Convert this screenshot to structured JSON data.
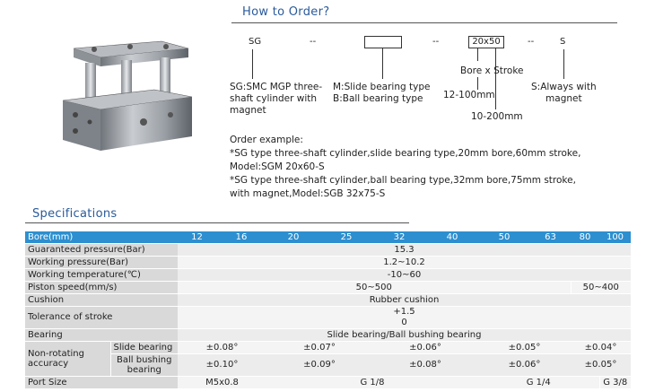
{
  "order": {
    "title": "How to Order?",
    "codes": [
      "SG",
      "--",
      "--",
      "20x50",
      "--",
      "S"
    ],
    "bore_stroke_label": "Bore x Stroke",
    "bore_range": "12-100mm",
    "stroke_range": "10-200mm",
    "desc_sg": [
      "SG:SMC MGP three-",
      "shaft cylinder with",
      "magnet"
    ],
    "desc_m": [
      "M:Slide bearing type",
      "B:Ball bearing type"
    ],
    "desc_s": [
      "S:Always with",
      "magnet"
    ],
    "example_lines": [
      "Order example:",
      "*SG type three-shaft cylinder,slide bearing type,20mm bore,60mm stroke,",
      "Model:SGM 20x60-S",
      "*SG type three-shaft cylinder,ball bearing type,32mm bore,75mm stroke,",
      "with magnet,Model:SGB 32x75-S"
    ]
  },
  "specs": {
    "title": "Specifications",
    "bore_label": "Bore(mm)",
    "bores": [
      "12",
      "16",
      "20",
      "25",
      "32",
      "40",
      "50",
      "63",
      "80",
      "100"
    ],
    "rows": {
      "pressure_label": "Guaranteed pressure(Bar)",
      "pressure": "15.3",
      "working_label": "Working pressure(Bar)",
      "working": "1.2~10.2",
      "temp_label": "Working temperature(℃)",
      "temp": "-10~60",
      "speed_label": "Piston speed(mm/s)",
      "speed_a": "50~500",
      "speed_b": "50~400",
      "cushion_label": "Cushion",
      "cushion": "Rubber cushion",
      "tolerance_label": "Tolerance of stroke",
      "tolerance_top": "+1.5",
      "tolerance_bottom": "0",
      "bearing_label": "Bearing",
      "bearing": "Slide bearing/Ball bushing bearing",
      "nonrot_label": "Non-rotating accuracy",
      "slide_label": "Slide bearing",
      "slide": [
        "±0.08°",
        "±0.07°",
        "±0.06°",
        "±0.05°",
        "±0.04°"
      ],
      "ball_label": "Ball bushing bearing",
      "ball": [
        "±0.10°",
        "±0.09°",
        "±0.08°",
        "±0.06°",
        "±0.05°"
      ],
      "port_label": "Port Size",
      "port": [
        "M5x0.8",
        "G 1/8",
        "G 1/4",
        "G 3/8"
      ]
    }
  }
}
